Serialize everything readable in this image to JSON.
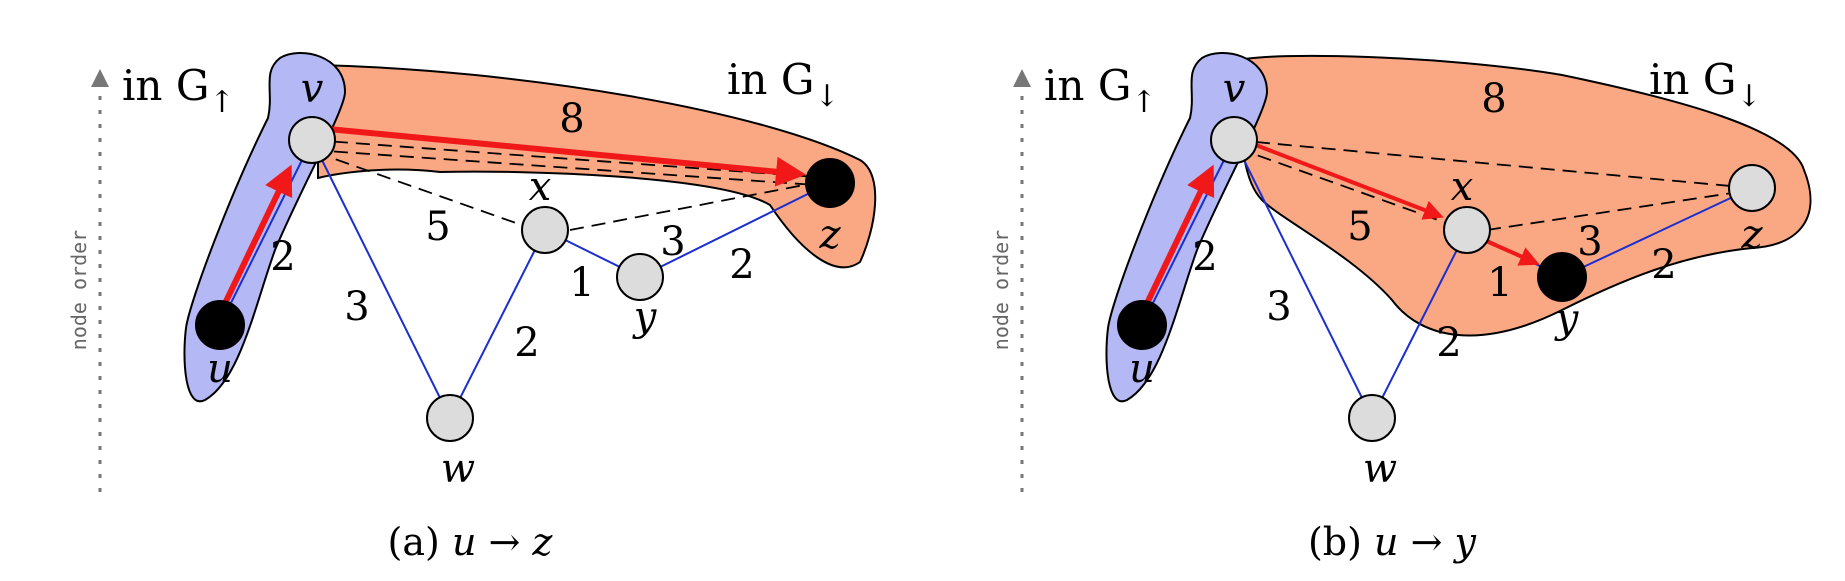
{
  "colors": {
    "up_region": "#b4b8f5",
    "down_region": "#f9a883",
    "tree_edge": "#1a2fd0",
    "path_arrow": "#f01818",
    "node_fill": "#dcdcdc",
    "target_fill": "#000000",
    "axis": "#777777"
  },
  "axis_label": "node order",
  "panels": [
    {
      "caption_prefix": "(a) ",
      "caption_math": "u → z",
      "in_up_text": "in G",
      "in_up_sub": "↑",
      "in_down_text": "in G",
      "in_down_sub": "↓",
      "nodes": {
        "v": "v",
        "u": "u",
        "w": "w",
        "x": "x",
        "y": "y",
        "z": "z"
      },
      "weights": {
        "uv": "2",
        "vw": "3",
        "wx": "2",
        "xy": "1",
        "yz": "2",
        "vz": "8",
        "vx": "5",
        "xz": "3"
      },
      "black_nodes": [
        "u",
        "z"
      ]
    },
    {
      "caption_prefix": "(b) ",
      "caption_math": "u → y",
      "in_up_text": "in G",
      "in_up_sub": "↑",
      "in_down_text": "in G",
      "in_down_sub": "↓",
      "nodes": {
        "v": "v",
        "u": "u",
        "w": "w",
        "x": "x",
        "y": "y",
        "z": "z"
      },
      "weights": {
        "uv": "2",
        "vw": "3",
        "wx": "2",
        "xy": "1",
        "yz": "2",
        "vz": "8",
        "vx": "5",
        "xz": "3"
      },
      "black_nodes": [
        "u",
        "y"
      ]
    }
  ]
}
